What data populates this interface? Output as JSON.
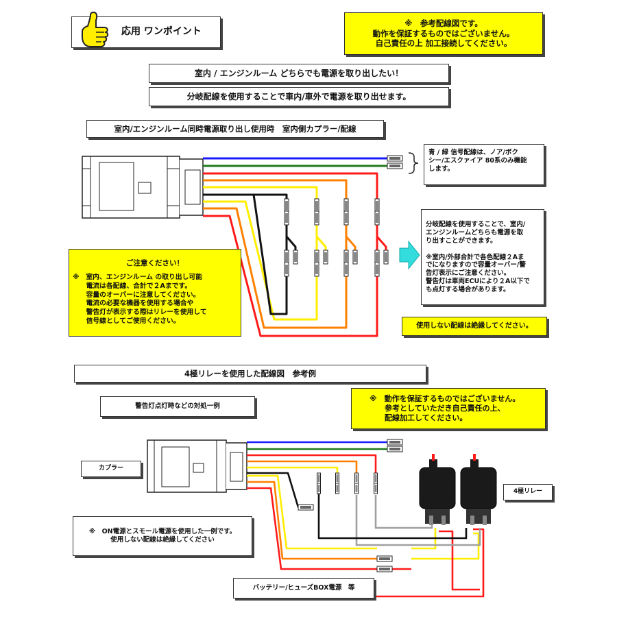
{
  "header": {
    "title": "応用 ワンポイント",
    "hand_icon": "pointing-hand-icon"
  },
  "disclaimer_top": "※　参考配線図です。\n動作を保証するものではございません。\n自己責任の上 加工接続してください。",
  "intro": {
    "line1": "室内 / エンジンルーム どちらでも電源を取り出したい！",
    "line2": "分岐配線を使用することで車内/車外で電源を取り出せます。"
  },
  "section1": {
    "title": "室内/エンジンルーム同時電源取り出し使用時　室内側カプラー/配線",
    "signal_note": "青 / 緑 信号配線は、ノア/ボク\nシー/エスクァイア 80系のみ機能\nします。",
    "caution_title": "ご注意ください！",
    "caution_body": "※　室内、エンジンルーム の取り出し可能\n　　電流は各配線、合計で２Aまです。\n　　容量のオーバーに注意してください。\n　　電流の必要な機器を使用する場合や\n　　警告灯が表示する際はリレーを使用して\n　　信号線としてご使用ください。",
    "branch_note": "分岐配線を使用することで、室内/\nエンジンルームどちらも電源を取\nり出すことができます。\n\n※室内/外部合計で各色配線２Aま\nでになりますので容量オーバー/警\n告灯表示にご注意ください。\n警告灯は車両ECUにより２A以下で\nも点灯する場合があります。",
    "unused_note": "使用しない配線は絶縁してください。",
    "arrow_icon": "right-arrow-icon"
  },
  "section2": {
    "title": "4極リレーを使用した配線図　参考例",
    "sub_title": "警告灯点灯時などの対処一例",
    "disclaimer": "※　動作を保証するものではございません。\n　　参考としていただき自己責任の上、\n　　配線加工してください。",
    "coupler_label": "カプラー",
    "relay_label": "4極リレー",
    "example_note": "※　ON電源とスモール電源を使用した一例です。\n使用しない配線は絶縁してください",
    "battery_label": "バッテリー/ヒューズBOX電源　等"
  },
  "colors": {
    "blue": "#1a1aff",
    "green": "#1f7a1f",
    "red": "#ff1a1a",
    "orange": "#ff8000",
    "yellow": "#ffee00",
    "black": "#111111",
    "gray": "#a0a0a0",
    "arrow": "#33dddd",
    "highlight": "#ffff00"
  }
}
